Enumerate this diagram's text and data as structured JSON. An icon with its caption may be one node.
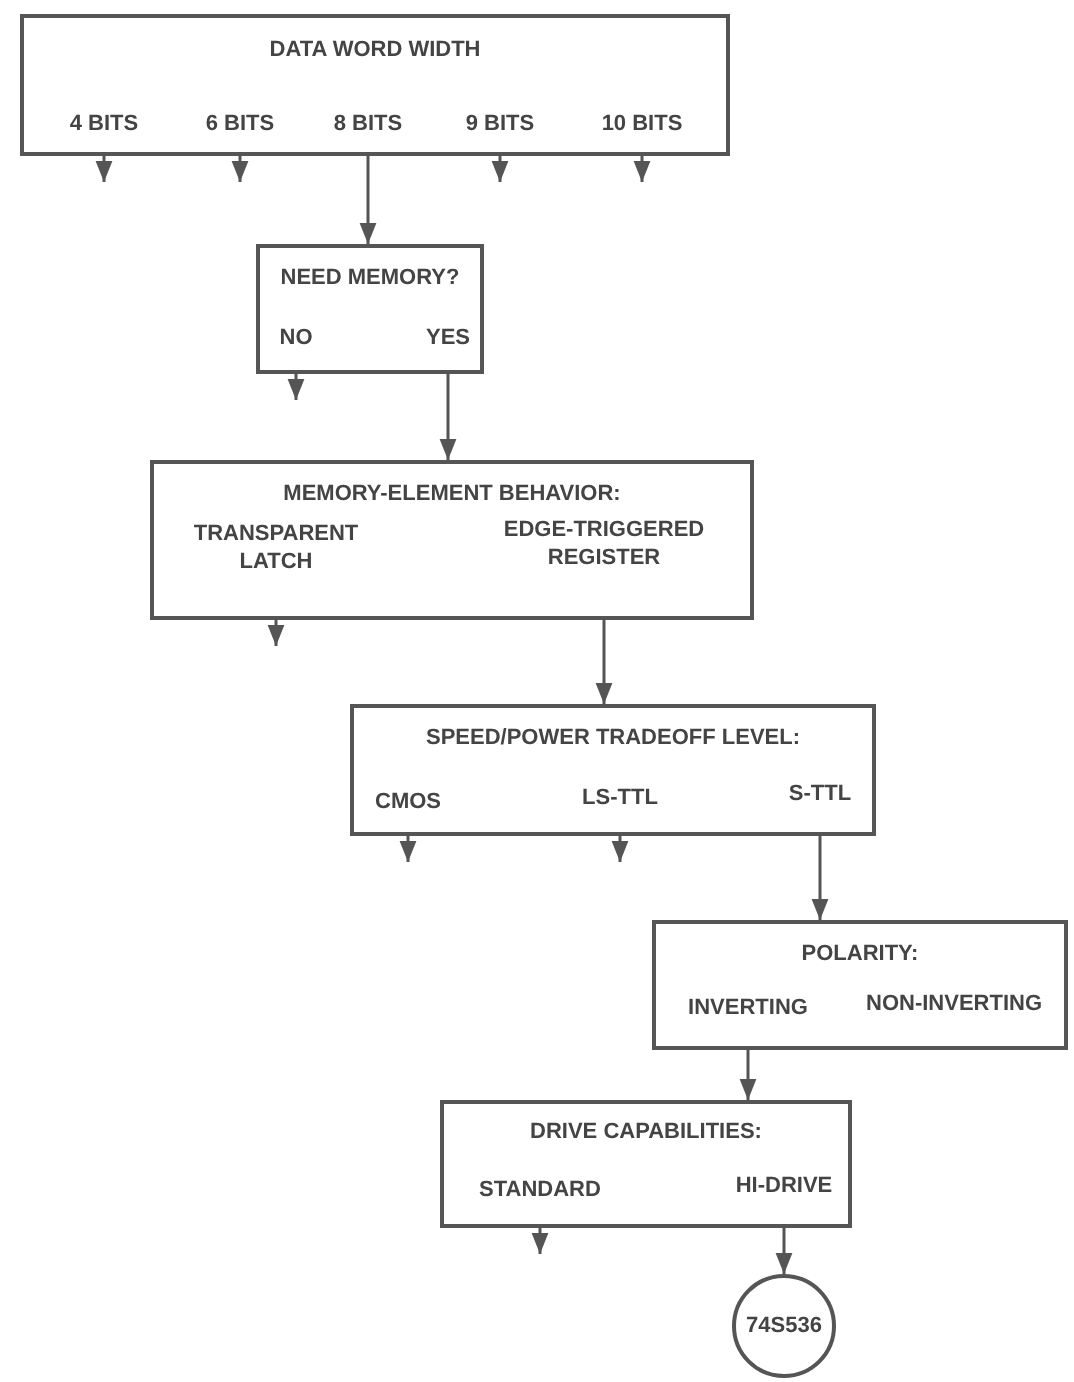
{
  "diagram": {
    "nodes": [
      {
        "text": [
          "DATA WORD WIDTH"
        ]
      },
      {
        "text": [
          "4 BITS"
        ],
        "in": 0
      },
      {
        "text": [
          "6 BITS"
        ],
        "in": 0
      },
      {
        "text": [
          "8 BITS"
        ],
        "in": 0
      },
      {
        "text": [
          "9 BITS"
        ],
        "in": 0
      },
      {
        "text": [
          "10 BITS"
        ],
        "in": 0
      },
      {
        "text": [
          "NEED MEMORY?"
        ]
      },
      {
        "text": [
          "NO"
        ],
        "in": 6
      },
      {
        "text": [
          "YES"
        ],
        "in": 6
      },
      {
        "text": [
          "MEMORY-ELEMENT BEHAVIOR:"
        ]
      },
      {
        "text": [
          "TRANSPARENT LATCH"
        ],
        "in": 9
      },
      {
        "text": [
          "EDGE-TRIGGERED REGISTER"
        ],
        "in": 9
      },
      {
        "text": [
          "SPEED/POWER TRADEOFF LEVEL:"
        ]
      },
      {
        "text": [
          "CMOS"
        ],
        "in": 12
      },
      {
        "text": [
          "LS-TTL"
        ],
        "in": 12
      },
      {
        "text": [
          "S-TTL"
        ],
        "in": 12
      },
      {
        "text": [
          "POLARITY:"
        ]
      },
      {
        "text": [
          "INVERTING"
        ],
        "in": 16
      },
      {
        "text": [
          "NON-INVERTING"
        ],
        "in": 16
      },
      {
        "text": [
          "DRIVE CAPABILITIES:"
        ]
      },
      {
        "text": [
          "STANDARD"
        ],
        "in": 19
      },
      {
        "text": [
          "HI-DRIVE"
        ],
        "in": 19
      },
      {
        "text": [
          "74S536"
        ]
      }
    ],
    "edges": [
      {
        "from": 1,
        "to": null,
        "arrow": "to"
      },
      {
        "from": 2,
        "to": null,
        "arrow": "to"
      },
      {
        "from": 3,
        "to": 6,
        "arrow": "to"
      },
      {
        "from": 4,
        "to": null,
        "arrow": "to"
      },
      {
        "from": 5,
        "to": null,
        "arrow": "to"
      },
      {
        "from": 7,
        "to": null,
        "arrow": "to"
      },
      {
        "from": 8,
        "to": 9,
        "arrow": "to"
      },
      {
        "from": 10,
        "to": null,
        "arrow": "to"
      },
      {
        "from": 11,
        "to": 12,
        "arrow": "to"
      },
      {
        "from": 13,
        "to": null,
        "arrow": "to"
      },
      {
        "from": 14,
        "to": null,
        "arrow": "to"
      },
      {
        "from": 15,
        "to": 16,
        "arrow": "to"
      },
      {
        "from": 17,
        "to": 19,
        "arrow": "to"
      },
      {
        "from": 20,
        "to": null,
        "arrow": "to"
      },
      {
        "from": 21,
        "to": 22,
        "arrow": "to"
      }
    ]
  }
}
